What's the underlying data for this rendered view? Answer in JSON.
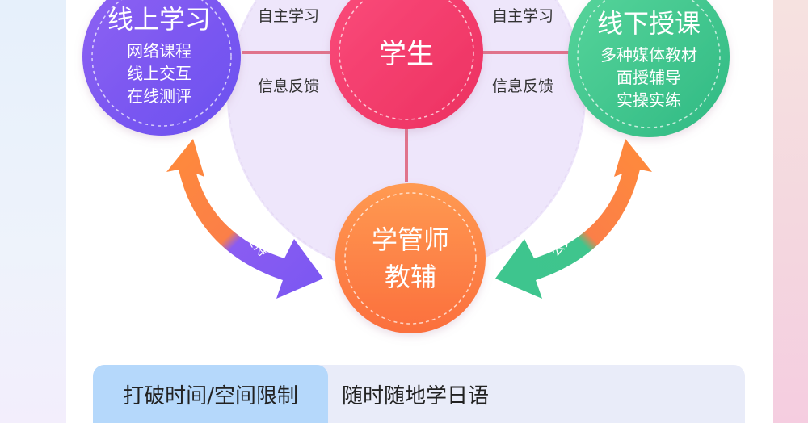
{
  "nodes": {
    "online": {
      "title": "线上学习",
      "items": [
        "网络课程",
        "线上交互",
        "在线测评"
      ]
    },
    "student": {
      "title": "学生"
    },
    "offline": {
      "title": "线下授课",
      "items": [
        "多种媒体教材",
        "面授辅导",
        "实操实练"
      ]
    },
    "tutor": {
      "title_line1": "学管师",
      "title_line2": "教辅"
    }
  },
  "links": {
    "left_top": "自主学习",
    "left_bottom": "信息反馈",
    "right_top": "自主学习",
    "right_bottom": "信息反馈"
  },
  "arrows": {
    "left": "公共服务支持",
    "right": "公共服务支持"
  },
  "bottom": {
    "highlight": "打破时间/空间限制",
    "tagline": "随时随地学日语"
  },
  "colors": {
    "online": "#7b55f0",
    "student": "#f2416f",
    "offline": "#3ec58e",
    "tutor": "#fb7e45",
    "connector": "#e0738c"
  }
}
